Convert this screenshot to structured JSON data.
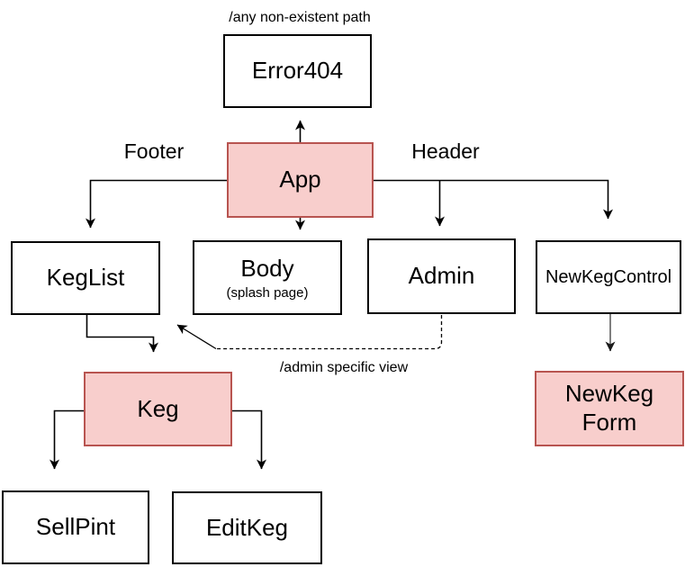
{
  "diagram": {
    "type": "component-hierarchy-flowchart",
    "colors": {
      "background": "#ffffff",
      "highlight_fill": "#f8cecc",
      "highlight_stroke": "#b85450",
      "plain_fill": "#ffffff",
      "plain_stroke": "#000000",
      "connector": "#000000",
      "connector_gray": "#7f7f7f"
    },
    "nodes": [
      {
        "id": "error404",
        "label": "Error404",
        "variant": "plain"
      },
      {
        "id": "app",
        "label": "App",
        "variant": "highlight"
      },
      {
        "id": "keglist",
        "label": "KegList",
        "variant": "plain"
      },
      {
        "id": "body",
        "label": "Body",
        "sublabel": "(splash page)",
        "variant": "plain"
      },
      {
        "id": "admin",
        "label": "Admin",
        "variant": "plain"
      },
      {
        "id": "newkegcontrol",
        "label": "NewKegControl",
        "variant": "plain"
      },
      {
        "id": "keg",
        "label": "Keg",
        "variant": "highlight"
      },
      {
        "id": "newkegform",
        "label": "NewKeg\nForm",
        "variant": "highlight"
      },
      {
        "id": "sellpint",
        "label": "SellPint",
        "variant": "plain"
      },
      {
        "id": "editkeg",
        "label": "EditKeg",
        "variant": "plain"
      }
    ],
    "labels": {
      "error_path": "/any non-existent path",
      "footer": "Footer",
      "header": "Header",
      "admin_view": "/admin specific view"
    },
    "edges": [
      {
        "from": "app",
        "to": "error404",
        "style": "solid-arrow"
      },
      {
        "from": "app",
        "to": "body",
        "style": "solid-arrow"
      },
      {
        "from": "app",
        "to": "keglist",
        "style": "elbow-arrow",
        "label": "Footer"
      },
      {
        "from": "app",
        "to": "admin",
        "style": "elbow-arrow",
        "label": "Header"
      },
      {
        "from": "app",
        "to": "newkegcontrol",
        "style": "elbow-arrow",
        "label": "Header"
      },
      {
        "from": "keglist",
        "to": "keg",
        "style": "elbow-arrow"
      },
      {
        "from": "keg",
        "to": "sellpint",
        "style": "elbow-arrow"
      },
      {
        "from": "keg",
        "to": "editkeg",
        "style": "elbow-arrow"
      },
      {
        "from": "newkegcontrol",
        "to": "newkegform",
        "style": "gray-arrow"
      },
      {
        "from": "admin",
        "to": "keglist",
        "style": "dashed-arrow",
        "label": "/admin specific view"
      }
    ]
  }
}
